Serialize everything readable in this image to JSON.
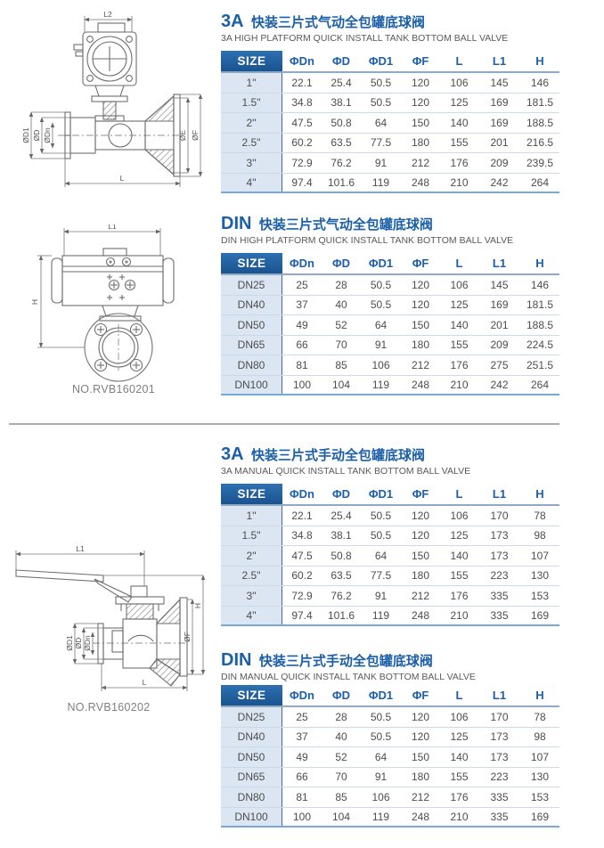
{
  "colors": {
    "title_blue": "#1b5fa8",
    "header_text_blue": "#1d5fa9",
    "size_header_bg_top": "#2d70b2",
    "size_header_bg_bottom": "#1a538f",
    "size_col_bg": "#dce6f2",
    "row_border": "#c9daeb",
    "table_bottom_border": "#74a9d8",
    "body_text": "#4d4d4d",
    "caption_gray": "#7f7f7f"
  },
  "drawings": [
    {
      "name": "pneumatic-valve-front-view",
      "caption": "",
      "labels": {
        "l2": "L2",
        "d1": "ØD1",
        "d": "ØD",
        "dn": "ØDn",
        "e": "ØE",
        "f": "ØF",
        "l": "L"
      }
    },
    {
      "name": "pneumatic-valve-side-view",
      "caption": "NO.RVB160201",
      "labels": {
        "l1": "L1",
        "h": "H"
      }
    },
    {
      "name": "manual-valve-side-view",
      "caption": "NO.RVB160202",
      "labels": {
        "l1": "L1",
        "d1": "ØD1",
        "d": "ØD",
        "dn": "ØDn",
        "h": "H",
        "f": "ØF",
        "l": "L"
      }
    }
  ],
  "tables": [
    {
      "title_prefix": "3A",
      "title_cn": "快装三片式气动全包罐底球阀",
      "subtitle": "3A HIGH PLATFORM QUICK INSTALL TANK BOTTOM BALL VALVE",
      "headers": [
        "SIZE",
        "ΦDn",
        "ΦD",
        "ΦD1",
        "ΦF",
        "L",
        "L1",
        "H"
      ],
      "rows": [
        [
          "1\"",
          "22.1",
          "25.4",
          "50.5",
          "120",
          "106",
          "145",
          "146"
        ],
        [
          "1.5\"",
          "34.8",
          "38.1",
          "50.5",
          "120",
          "125",
          "169",
          "181.5"
        ],
        [
          "2\"",
          "47.5",
          "50.8",
          "64",
          "150",
          "140",
          "169",
          "188.5"
        ],
        [
          "2.5\"",
          "60.2",
          "63.5",
          "77.5",
          "180",
          "155",
          "201",
          "216.5"
        ],
        [
          "3\"",
          "72.9",
          "76.2",
          "91",
          "212",
          "176",
          "209",
          "239.5"
        ],
        [
          "4\"",
          "97.4",
          "101.6",
          "119",
          "248",
          "210",
          "242",
          "264"
        ]
      ]
    },
    {
      "title_prefix": "DIN",
      "title_cn": "快装三片式气动全包罐底球阀",
      "subtitle": "DIN HIGH PLATFORM QUICK INSTALL TANK BOTTOM BALL VALVE",
      "headers": [
        "SIZE",
        "ΦDn",
        "ΦD",
        "ΦD1",
        "ΦF",
        "L",
        "L1",
        "H"
      ],
      "rows": [
        [
          "DN25",
          "25",
          "28",
          "50.5",
          "120",
          "106",
          "145",
          "146"
        ],
        [
          "DN40",
          "37",
          "40",
          "50.5",
          "120",
          "125",
          "169",
          "181.5"
        ],
        [
          "DN50",
          "49",
          "52",
          "64",
          "150",
          "140",
          "201",
          "188.5"
        ],
        [
          "DN65",
          "66",
          "70",
          "91",
          "180",
          "155",
          "209",
          "224.5"
        ],
        [
          "DN80",
          "81",
          "85",
          "106",
          "212",
          "176",
          "275",
          "251.5"
        ],
        [
          "DN100",
          "100",
          "104",
          "119",
          "248",
          "210",
          "242",
          "264"
        ]
      ]
    },
    {
      "title_prefix": "3A",
      "title_cn": "快装三片式手动全包罐底球阀",
      "subtitle": "3A MANUAL QUICK INSTALL TANK BOTTOM BALL VALVE",
      "headers": [
        "SIZE",
        "ΦDn",
        "ΦD",
        "ΦD1",
        "ΦF",
        "L",
        "L1",
        "H"
      ],
      "rows": [
        [
          "1\"",
          "22.1",
          "25.4",
          "50.5",
          "120",
          "106",
          "170",
          "78"
        ],
        [
          "1.5\"",
          "34.8",
          "38.1",
          "50.5",
          "120",
          "125",
          "173",
          "98"
        ],
        [
          "2\"",
          "47.5",
          "50.8",
          "64",
          "150",
          "140",
          "173",
          "107"
        ],
        [
          "2.5\"",
          "60.2",
          "63.5",
          "77.5",
          "180",
          "155",
          "223",
          "130"
        ],
        [
          "3\"",
          "72.9",
          "76.2",
          "91",
          "212",
          "176",
          "335",
          "153"
        ],
        [
          "4\"",
          "97.4",
          "101.6",
          "119",
          "248",
          "210",
          "335",
          "169"
        ]
      ]
    },
    {
      "title_prefix": "DIN",
      "title_cn": "快装三片式手动全包罐底球阀",
      "subtitle": "DIN MANUAL QUICK INSTALL TANK BOTTOM BALL VALVE",
      "headers": [
        "SIZE",
        "ΦDn",
        "ΦD",
        "ΦD1",
        "ΦF",
        "L",
        "L1",
        "H"
      ],
      "rows": [
        [
          "DN25",
          "25",
          "28",
          "50.5",
          "120",
          "106",
          "170",
          "78"
        ],
        [
          "DN40",
          "37",
          "40",
          "50.5",
          "120",
          "125",
          "173",
          "98"
        ],
        [
          "DN50",
          "49",
          "52",
          "64",
          "150",
          "140",
          "173",
          "107"
        ],
        [
          "DN65",
          "66",
          "70",
          "91",
          "180",
          "155",
          "223",
          "130"
        ],
        [
          "DN80",
          "81",
          "85",
          "106",
          "212",
          "176",
          "335",
          "153"
        ],
        [
          "DN100",
          "100",
          "104",
          "119",
          "248",
          "210",
          "335",
          "169"
        ]
      ]
    }
  ]
}
